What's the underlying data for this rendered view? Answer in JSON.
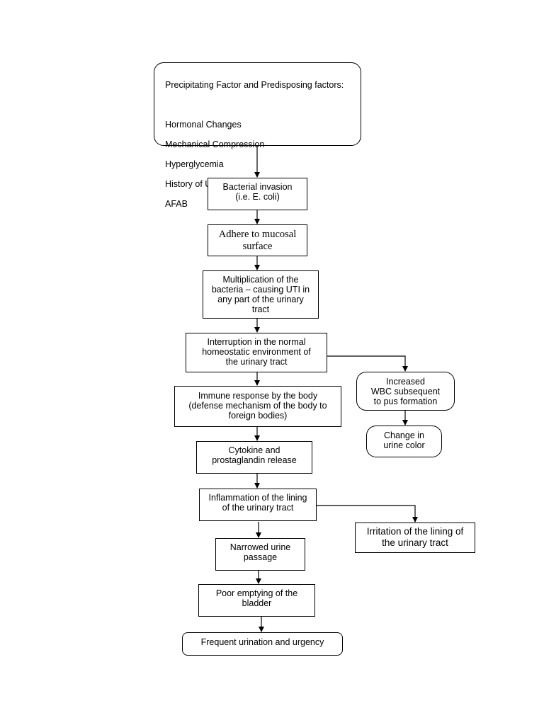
{
  "flowchart": {
    "factors": {
      "heading": "Precipitating Factor and Predisposing factors:",
      "items": [
        "Hormonal Changes",
        "Mechanical Compression",
        "Hyperglycemia",
        "History of UTIs",
        "AFAB"
      ]
    },
    "steps": {
      "bacterial_invasion": "Bacterial invasion\n(i.e. E. coli)",
      "adhere": "Adhere to mucosal\nsurface",
      "multiplication": "Multiplication of the\nbacteria – causing UTI in\nany part of the urinary\ntract",
      "interruption": "Interruption in the normal\nhomeostatic environment of\nthe urinary tract",
      "immune_response": "Immune response by the body\n(defense mechanism of the body to\nforeign bodies)",
      "cytokine": "Cytokine and\nprostaglandin release",
      "inflammation": "Inflammation of the lining\nof the urinary tract",
      "narrowed": "Narrowed urine\npassage",
      "poor_emptying": "Poor emptying of the\nbladder",
      "frequent": "Frequent urination and urgency"
    },
    "side": {
      "wbc": "Increased\nWBC subsequent\nto pus formation",
      "urine_color": "Change in\nurine color",
      "irritation": "Irritation of the lining of\nthe urinary tract"
    }
  }
}
